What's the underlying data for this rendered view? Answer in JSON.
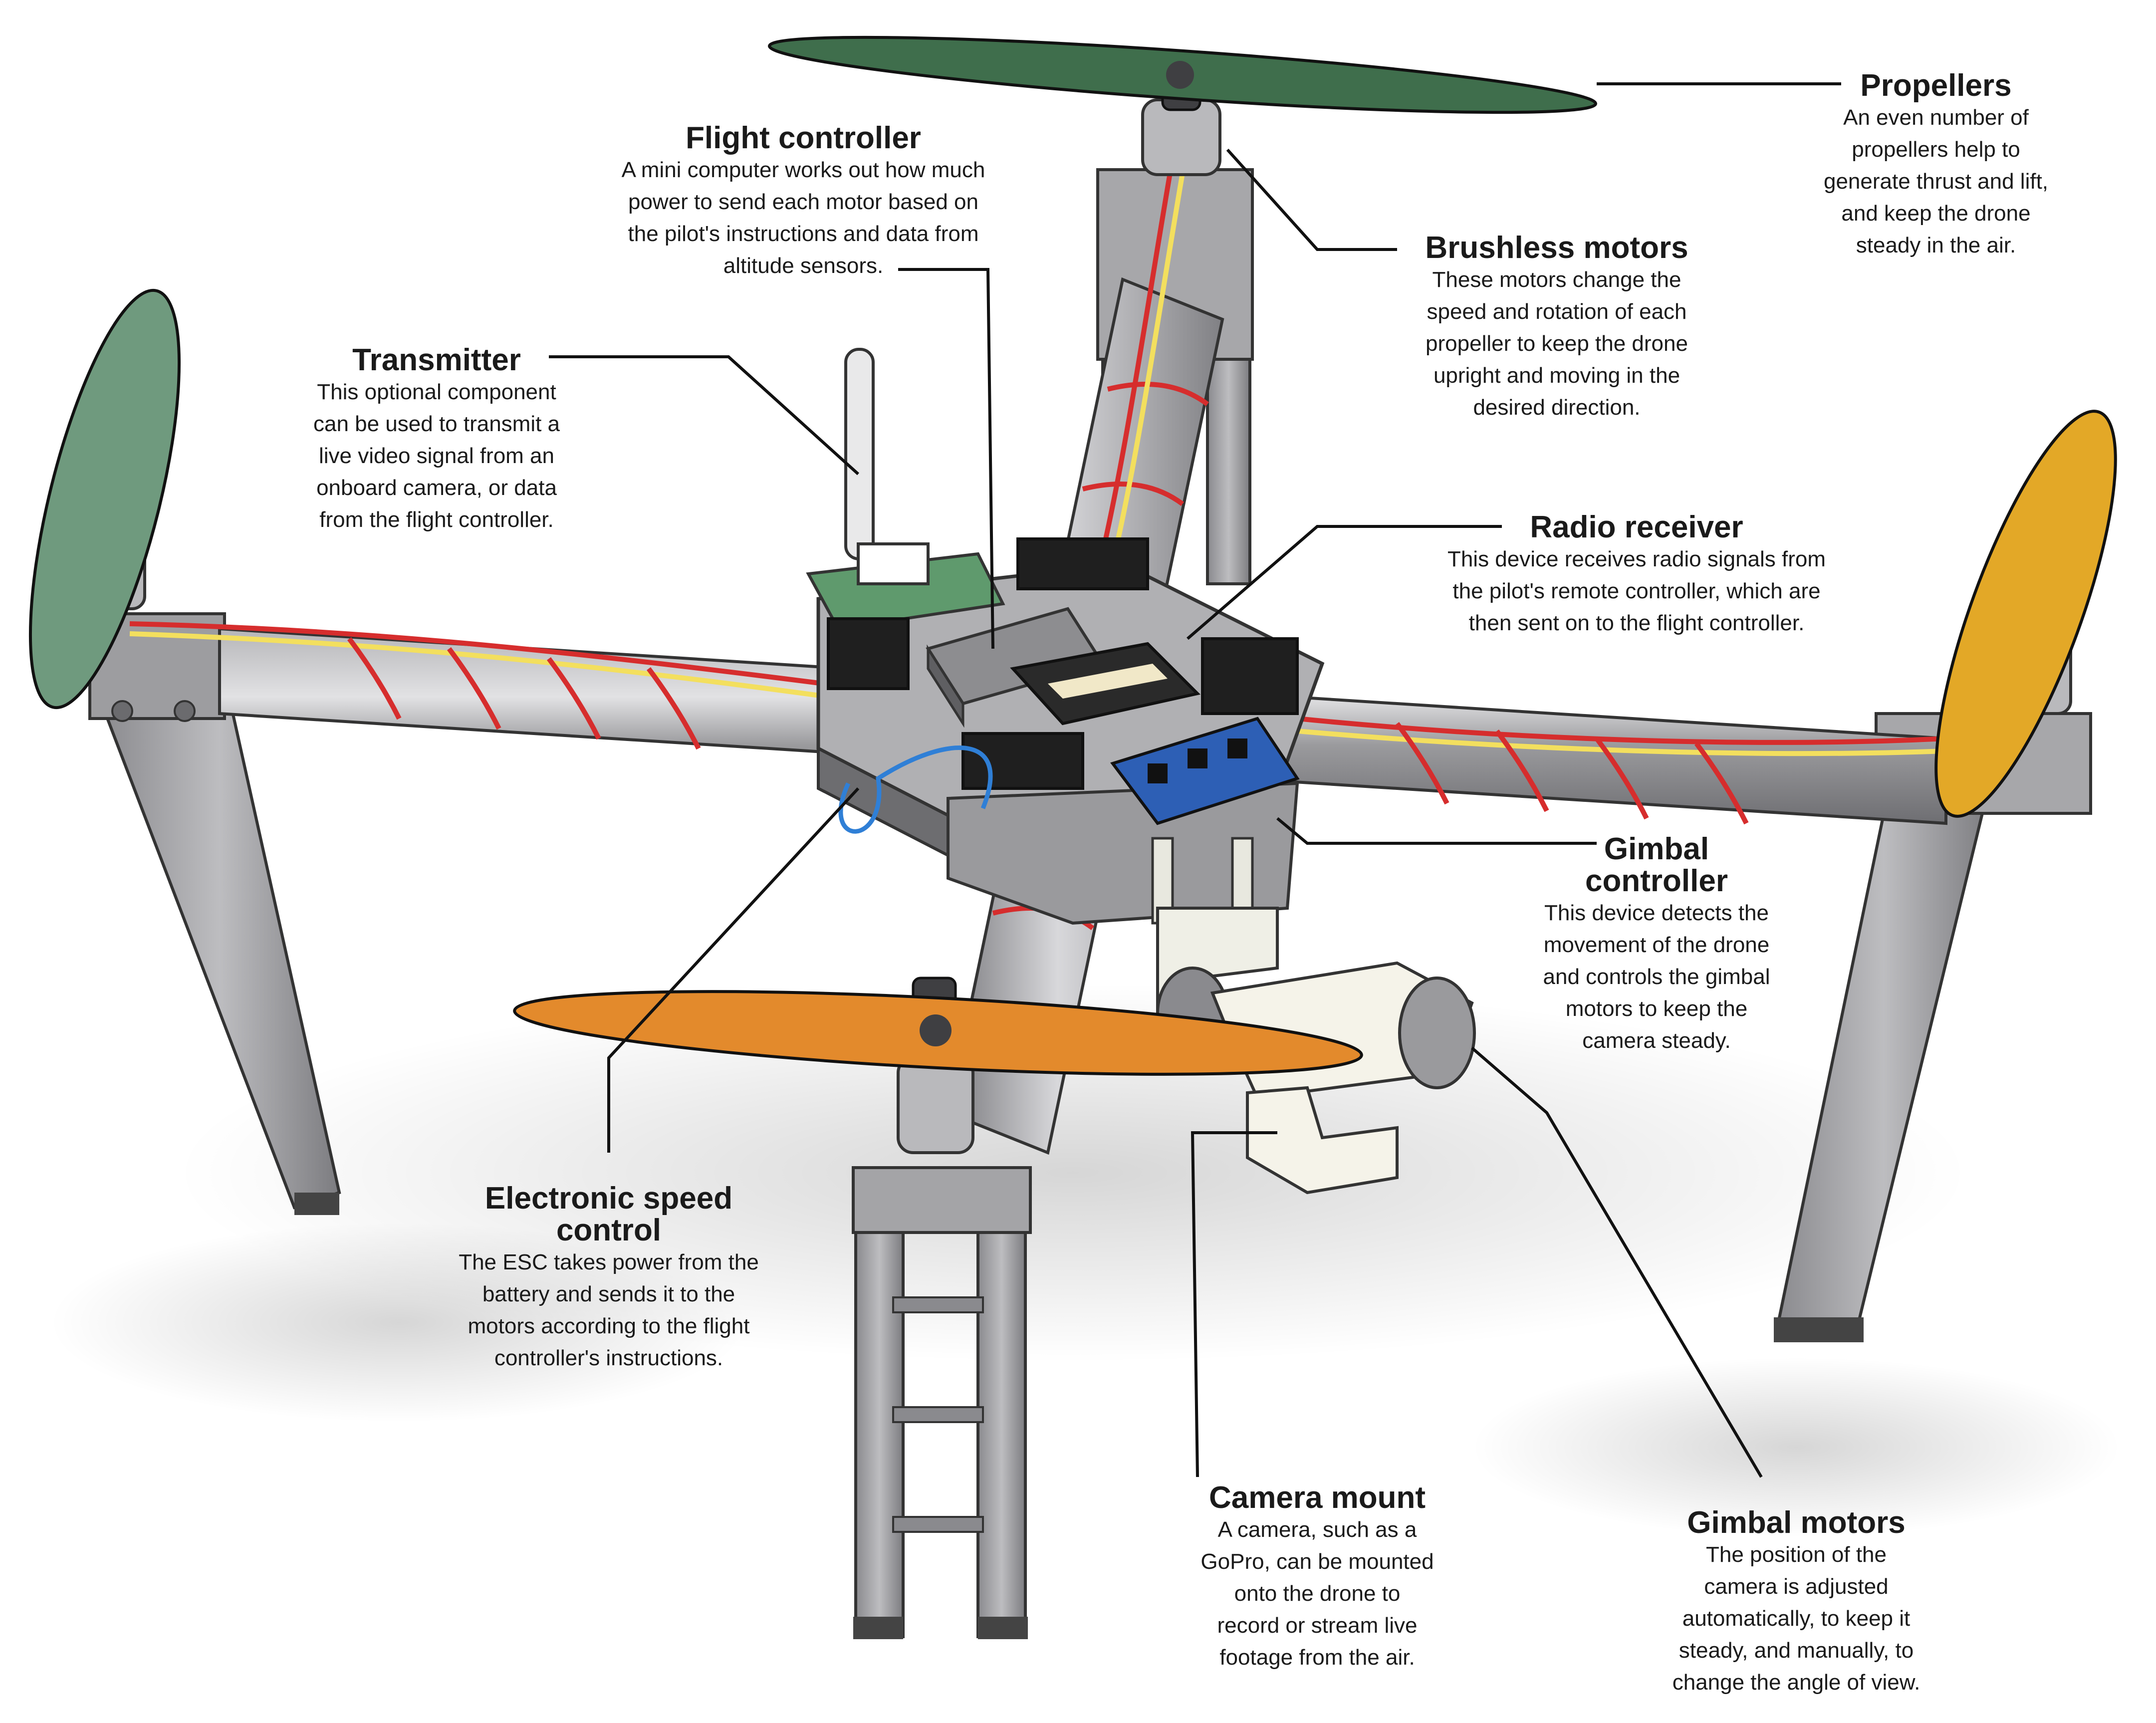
{
  "colors": {
    "arm_gray": "#8f8f92",
    "arm_light": "#c9c9cc",
    "green_prop": "#6f9a7e",
    "amber_prop": "#e3a827",
    "orange_prop": "#e38a2c",
    "dark_prop": "#3f6e4c",
    "wire_red": "#d62d2d",
    "wire_yellow": "#f3df5e",
    "wire_blue": "#2f7fd6",
    "leader": "#111111",
    "text": "#1a1a1a"
  },
  "labels": {
    "propellers": {
      "title": "Propellers",
      "desc": "An even number of\npropellers help to\ngenerate thrust and lift,\nand keep the drone\nsteady in the air."
    },
    "flight_controller": {
      "title": "Flight controller",
      "desc": "A mini computer works out how much\npower to send each motor based on\nthe pilot's instructions and data from\naltitude sensors."
    },
    "brushless_motors": {
      "title": "Brushless motors",
      "desc": "These motors change the\nspeed and rotation of each\npropeller to keep the drone\nupright and moving in the\ndesired direction."
    },
    "transmitter": {
      "title": "Transmitter",
      "desc": "This optional component\ncan be used to transmit a\nlive video signal from an\nonboard camera, or data\nfrom the flight controller."
    },
    "radio_receiver": {
      "title": "Radio receiver",
      "desc": "This device receives radio signals from\nthe pilot's remote controller, which are\nthen sent on to the flight controller."
    },
    "gimbal_controller": {
      "title": "Gimbal\ncontroller",
      "desc": "This device detects the\nmovement of the drone\nand controls the gimbal\nmotors to keep the\ncamera steady."
    },
    "esc": {
      "title": "Electronic speed\ncontrol",
      "desc": "The ESC takes power from the\nbattery and sends it to the\nmotors according to the flight\ncontroller's instructions."
    },
    "camera_mount": {
      "title": "Camera mount",
      "desc": "A camera, such as a\nGoPro, can be mounted\nonto the drone to\nrecord or stream live\nfootage from the air."
    },
    "gimbal_motors": {
      "title": "Gimbal motors",
      "desc": "The position of the\ncamera is adjusted\nautomatically, to keep it\nsteady, and manually, to\nchange the angle of view."
    }
  }
}
